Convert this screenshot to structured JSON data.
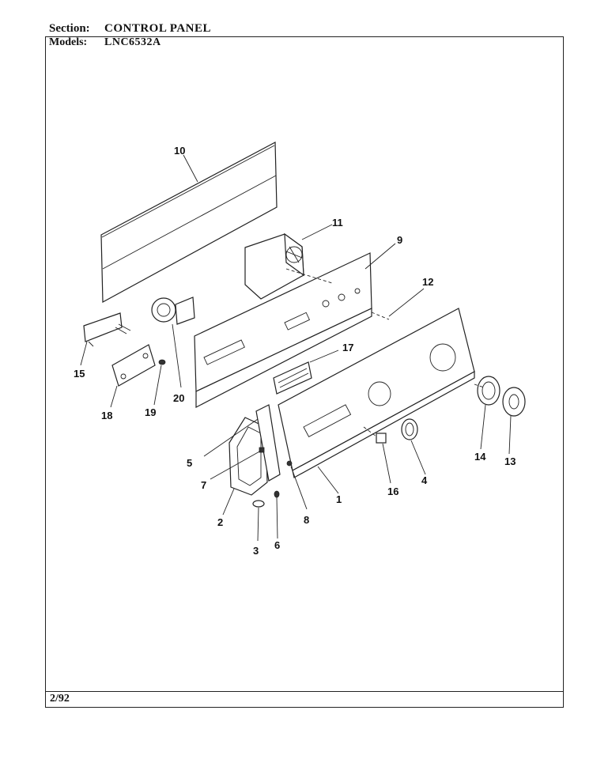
{
  "header": {
    "section_label": "Section:",
    "section_value": "CONTROL PANEL",
    "models_label": "Models:",
    "models_value": "LNC6532A"
  },
  "footer": {
    "date": "2/92"
  },
  "callouts": [
    "1",
    "2",
    "3",
    "4",
    "5",
    "6",
    "7",
    "8",
    "9",
    "10",
    "11",
    "12",
    "13",
    "14",
    "15",
    "16",
    "17",
    "18",
    "19",
    "20"
  ]
}
